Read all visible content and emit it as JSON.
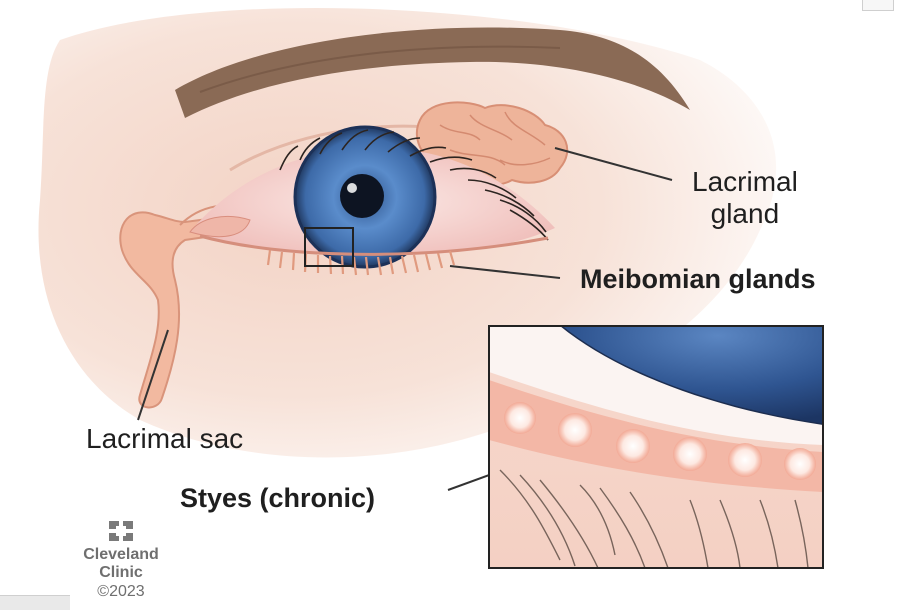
{
  "labels": {
    "lacrimal_gland_line1": "Lacrimal",
    "lacrimal_gland_line2": "gland",
    "meibomian_glands": "Meibomian glands",
    "lacrimal_sac": "Lacrimal sac",
    "styes": "Styes (chronic)"
  },
  "logo": {
    "brand_line1": "Cleveland",
    "brand_line2": "Clinic",
    "copyright": "©2023"
  },
  "colors": {
    "skin": "#f3d6c9",
    "iris": "#4a7bb7",
    "gland": "#eeb49a",
    "brow": "#8a6a55",
    "label_text": "#1f1f1f"
  }
}
